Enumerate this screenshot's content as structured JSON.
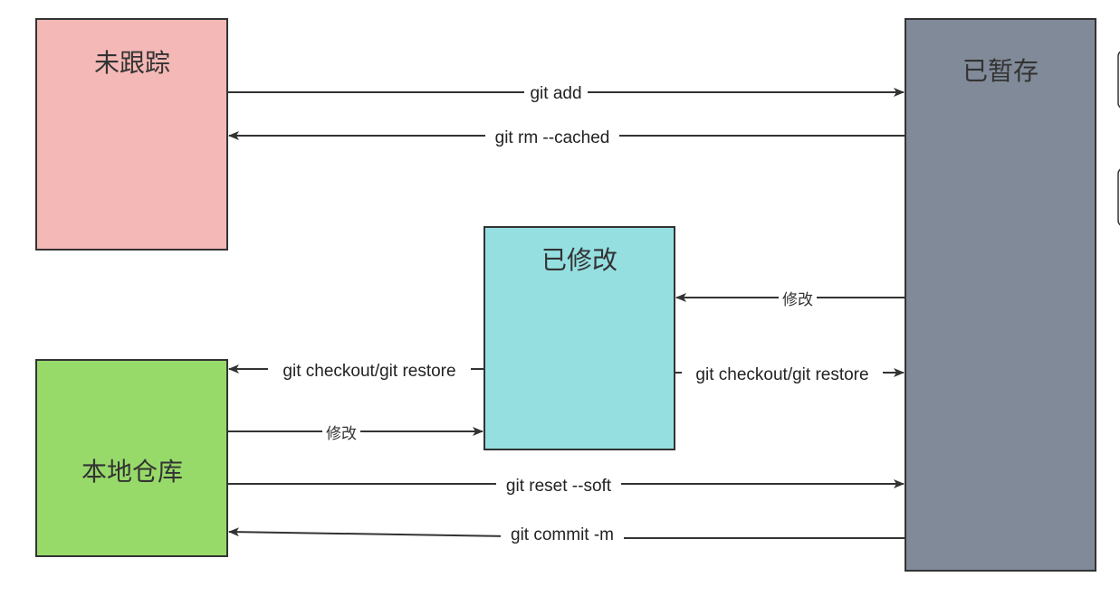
{
  "diagram": {
    "nodes": {
      "untracked": {
        "label": "未跟踪",
        "color": "#f4b8b6"
      },
      "staged": {
        "label": "已暂存",
        "color": "#808a98"
      },
      "modified": {
        "label": "已修改",
        "color": "#95dfe1"
      },
      "local_repo": {
        "label": "本地仓库",
        "color": "#97da6a"
      }
    },
    "edges": {
      "git_add": {
        "label": "git add"
      },
      "git_rm_cached": {
        "label": "git rm --cached"
      },
      "staged_to_modified": {
        "label": "修改"
      },
      "modified_to_repo": {
        "label": "git checkout/git restore"
      },
      "modified_to_staged": {
        "label": "git checkout/git restore"
      },
      "repo_to_modified": {
        "label": "修改"
      },
      "git_reset_soft": {
        "label": "git reset --soft"
      },
      "git_commit": {
        "label": "git commit -m"
      }
    },
    "stroke_color": "#333333"
  }
}
